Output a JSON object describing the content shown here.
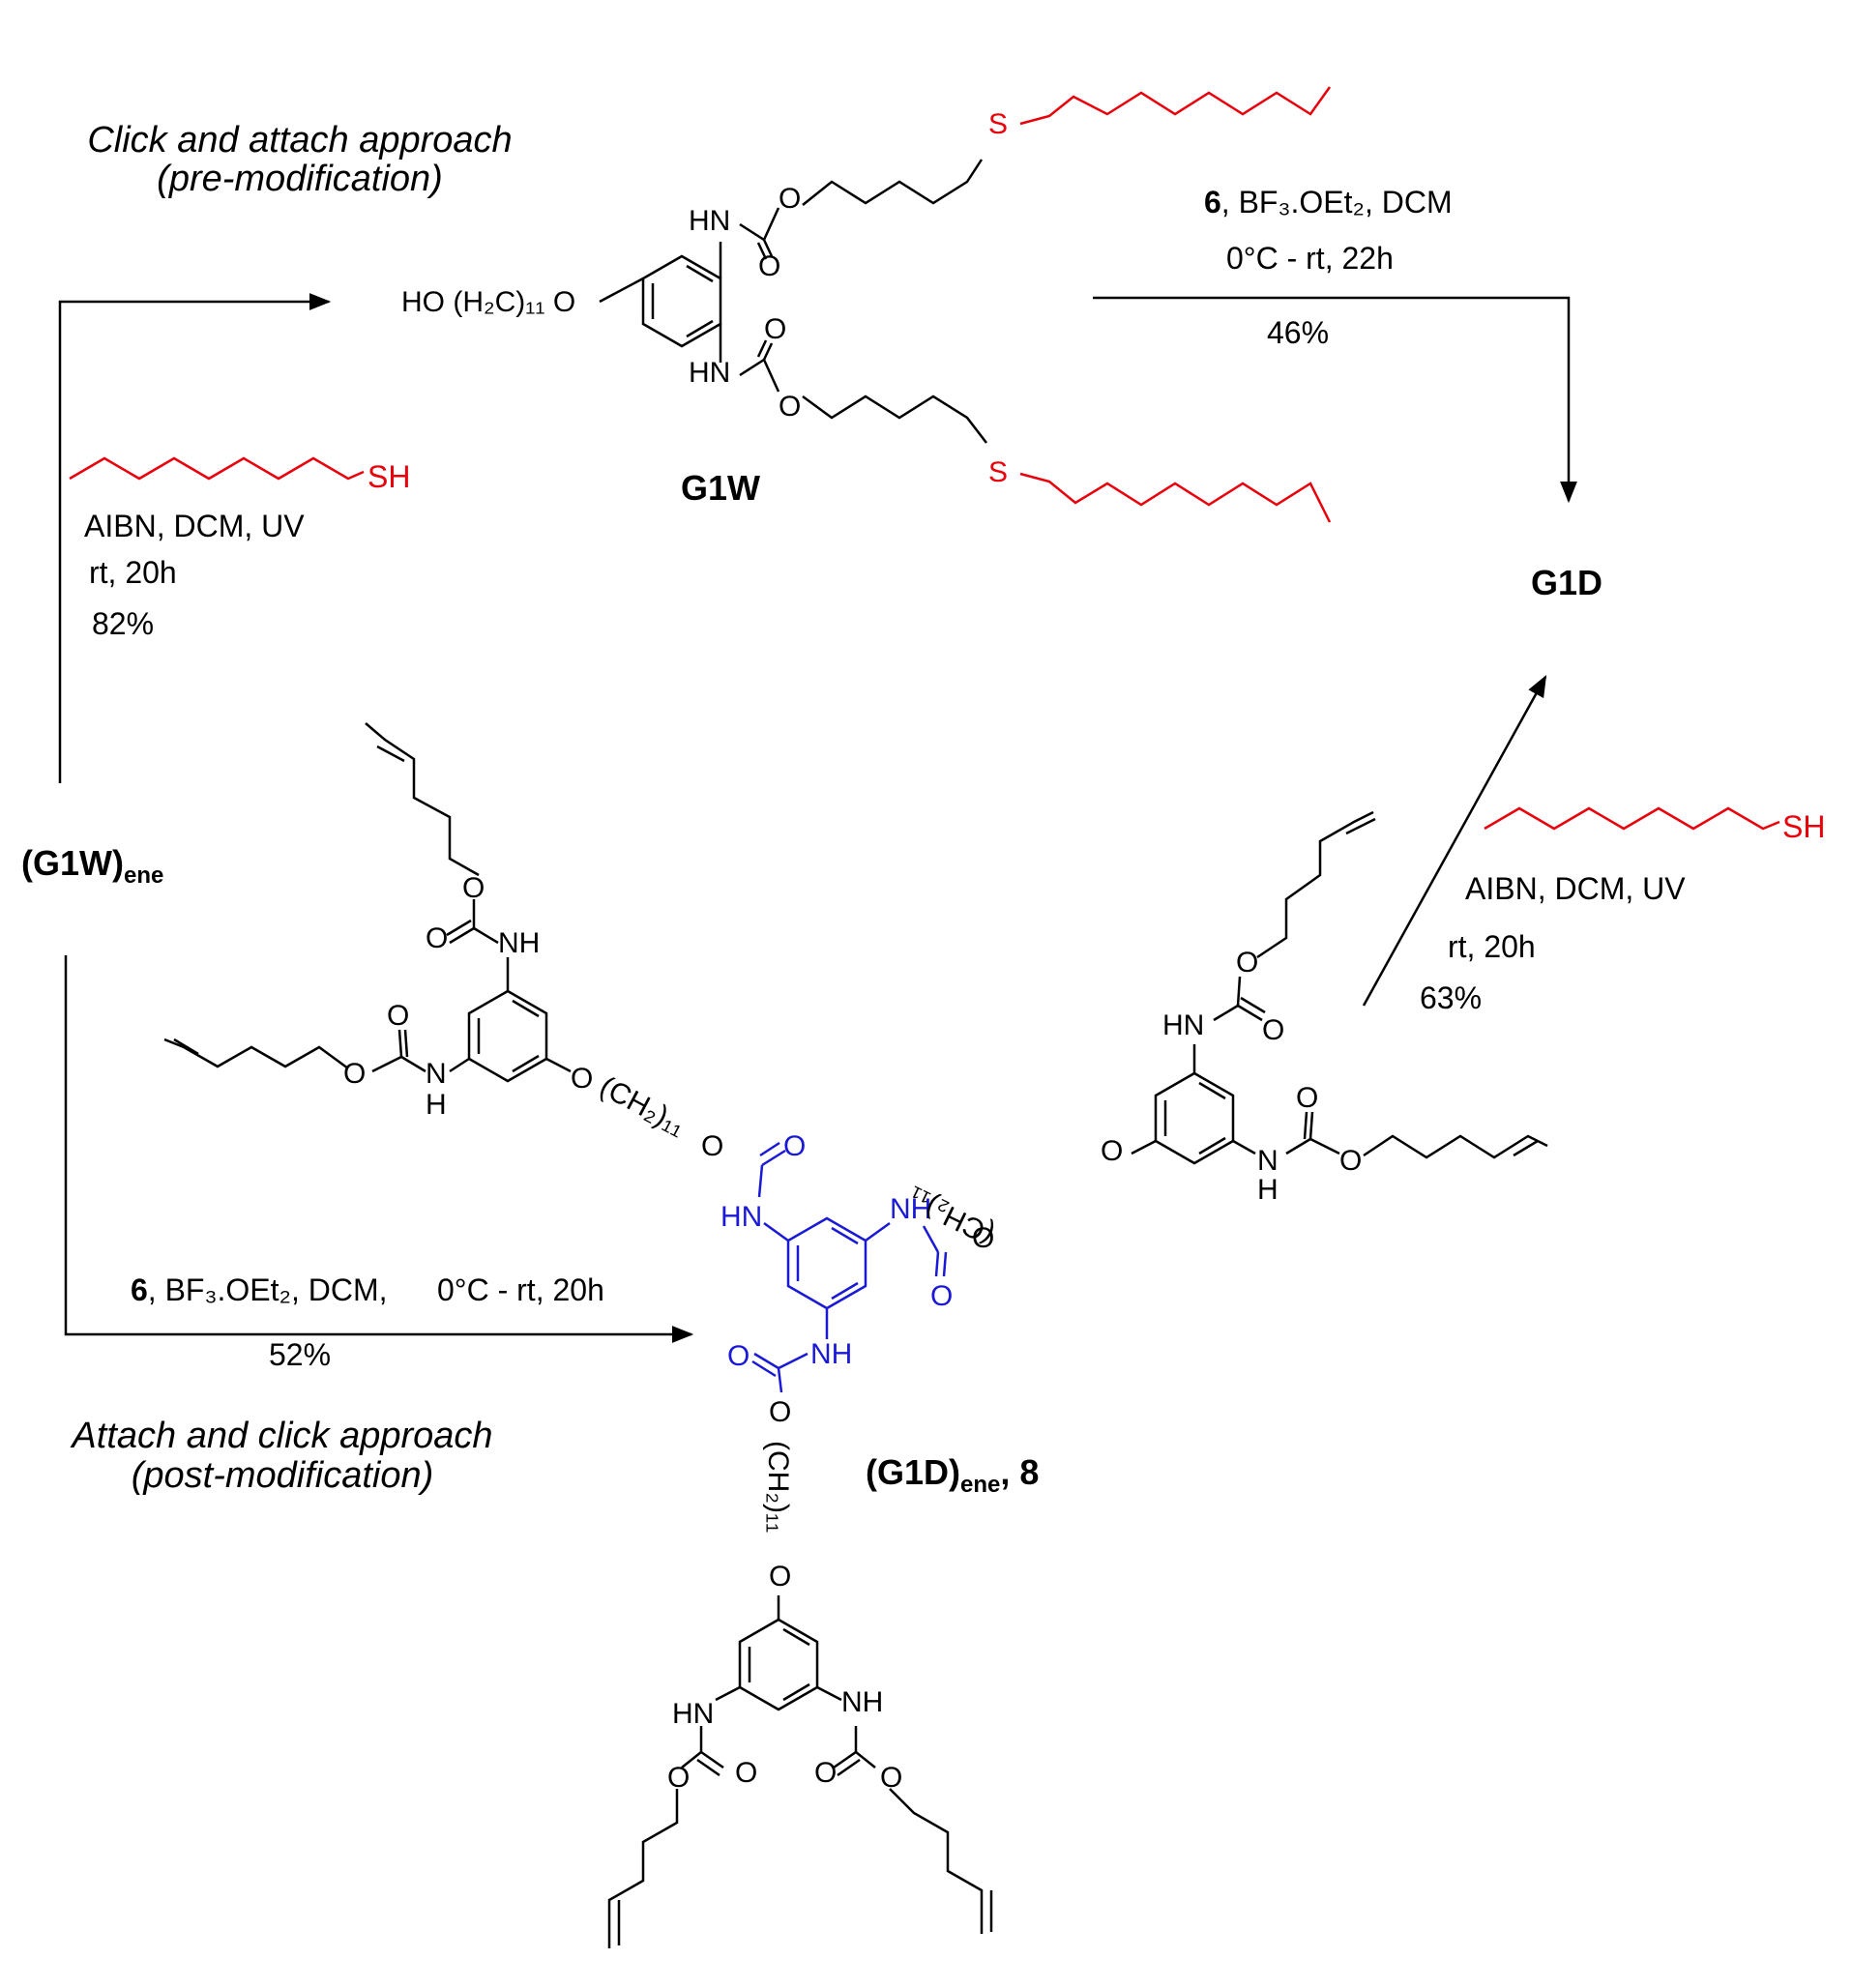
{
  "approaches": {
    "top_line1": "Click and attach approach",
    "top_line2": "(pre-modification)",
    "bottom_line1": "Attach and click approach",
    "bottom_line2": "(post-modification)"
  },
  "compounds": {
    "g1w": "G1W",
    "g1d": "G1D",
    "g1w_ene_main": "(G1W)",
    "g1w_ene_sub": "ene",
    "g1d_ene_main": "(G1D)",
    "g1d_ene_sub": "ene",
    "g1d_ene_num": ", 8"
  },
  "reagents": {
    "thiol_sh": "SH",
    "left": {
      "line1": "AIBN, DCM, UV",
      "line2": "rt, 20h",
      "yield": "82%"
    },
    "right": {
      "line1": "AIBN, DCM, UV",
      "line2": "rt, 20h",
      "yield": "63%"
    },
    "top_right": {
      "num": "6",
      "rest": ", BF₃.OEt₂, DCM",
      "line2": "0°C - rt, 22h",
      "yield": "46%"
    },
    "bottom": {
      "num": "6",
      "rest": ", BF₃.OEt₂, DCM,",
      "temp": "0°C - rt, 20h",
      "yield": "52%"
    }
  },
  "atoms": {
    "ho_chain": "HO (H₂C)₁₁ O",
    "hn": "HN",
    "nh": "NH",
    "o": "O",
    "s": "S",
    "h": "H",
    "ch2_11": "(CH₂)₁₁"
  },
  "colors": {
    "thioether": "#e8000b",
    "core": "#1a1ad6",
    "default": "#000000"
  }
}
